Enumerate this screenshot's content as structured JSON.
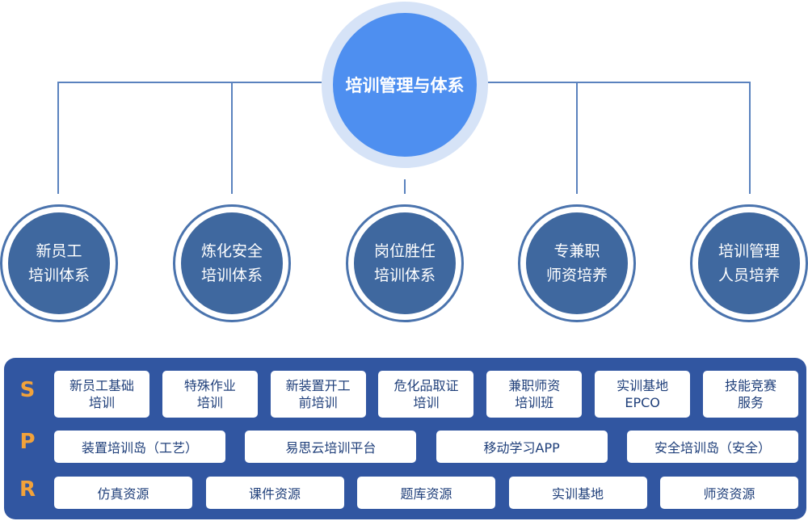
{
  "center": {
    "label": "培训管理与体系"
  },
  "subsystems": [
    {
      "line1": "新员工",
      "line2": "培训体系"
    },
    {
      "line1": "炼化安全",
      "line2": "培训体系"
    },
    {
      "line1": "岗位胜任",
      "line2": "培训体系"
    },
    {
      "line1": "专兼职",
      "line2": "师资培养"
    },
    {
      "line1": "培训管理",
      "line2": "人员培养"
    }
  ],
  "spr": {
    "s": {
      "letter": "S",
      "items": [
        {
          "line1": "新员工基础",
          "line2": "培训"
        },
        {
          "line1": "特殊作业",
          "line2": "培训"
        },
        {
          "line1": "新装置开工",
          "line2": "前培训"
        },
        {
          "line1": "危化品取证",
          "line2": "培训"
        },
        {
          "line1": "兼职师资",
          "line2": "培训班"
        },
        {
          "line1": "实训基地",
          "line2": "EPCO"
        },
        {
          "line1": "技能竞赛",
          "line2": "服务"
        }
      ]
    },
    "p": {
      "letter": "P",
      "items": [
        "装置培训岛（工艺）",
        "易思云培训平台",
        "移动学习APP",
        "安全培训岛（安全）"
      ]
    },
    "r": {
      "letter": "R",
      "items": [
        "仿真资源",
        "课件资源",
        "题库资源",
        "实训基地",
        "师资资源"
      ]
    }
  },
  "colors": {
    "center_fill": "#4e8ff0",
    "center_ring": "#d6e3f7",
    "node_fill": "#3f689f",
    "connector": "#5a82be",
    "panel": "#3156a1",
    "letter": "#f2a23a"
  }
}
